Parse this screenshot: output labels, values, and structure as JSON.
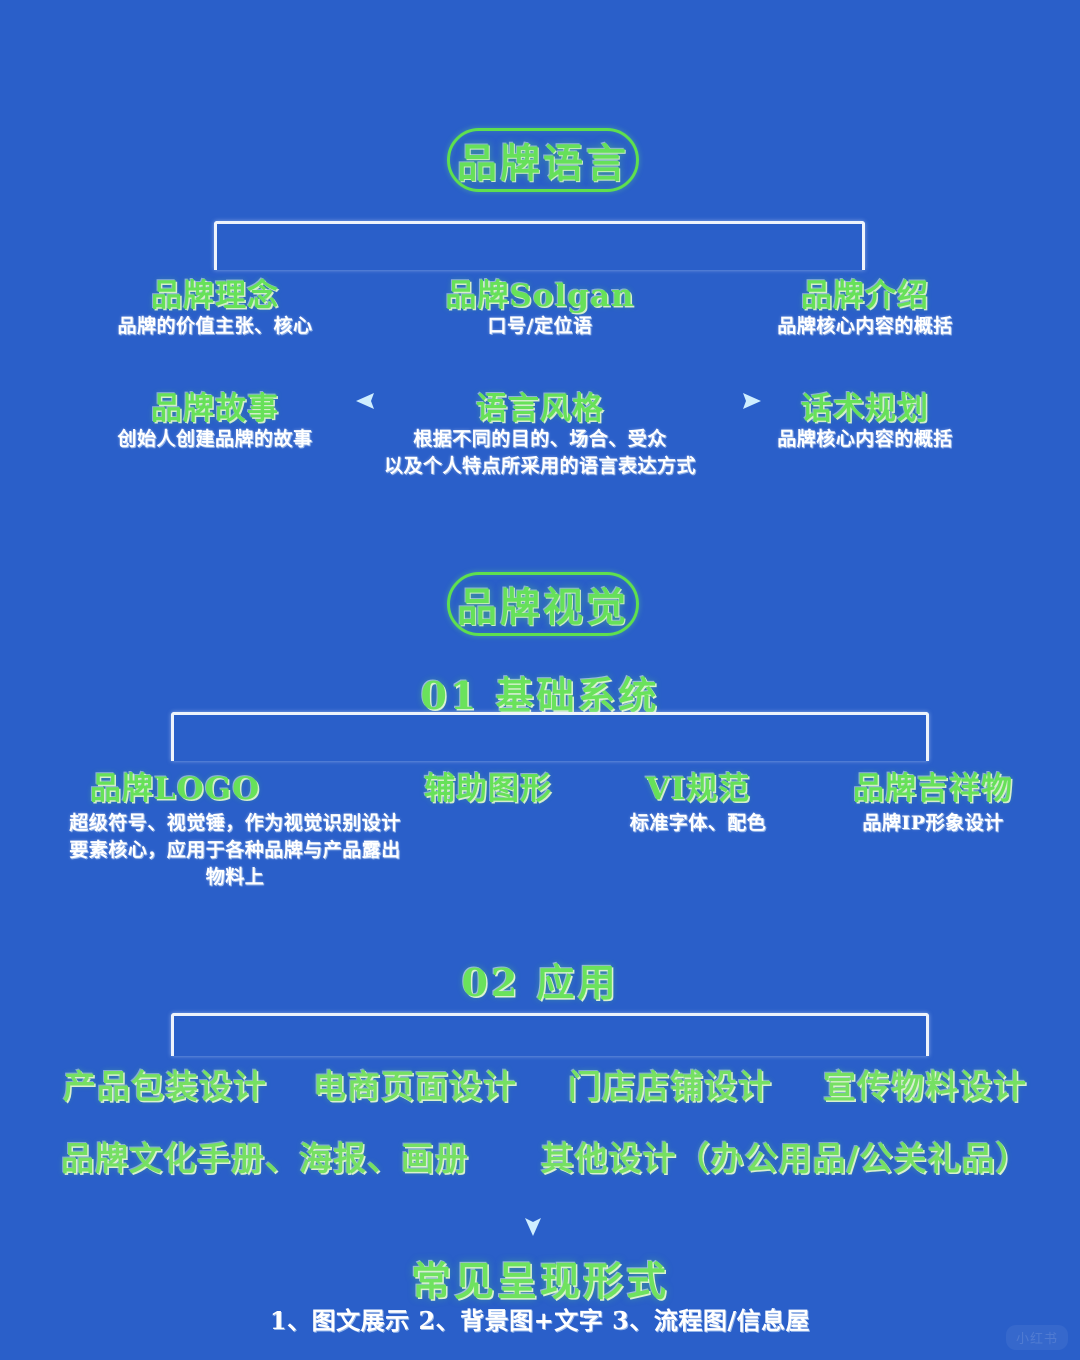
{
  "theme": {
    "background": "#2a5fc9",
    "accent_green": "#67e159",
    "text_white": "#ffffff",
    "connector": "#eef3fb"
  },
  "section_language": {
    "pill_label": "品牌语言",
    "row1": [
      {
        "title": "品牌理念",
        "desc": "品牌的价值主张、核心"
      },
      {
        "title": "品牌Solgan",
        "desc": "口号/定位语"
      },
      {
        "title": "品牌介绍",
        "desc": "品牌核心内容的概括"
      }
    ],
    "row2": [
      {
        "title": "品牌故事",
        "desc": "创始人创建品牌的故事"
      },
      {
        "title": "语言风格",
        "desc": "根据不同的目的、场合、受众\n以及个人特点所采用的语言表达方式"
      },
      {
        "title": "话术规划",
        "desc": "品牌核心内容的概括"
      }
    ],
    "arrow_left": "←",
    "arrow_right": "→"
  },
  "section_visual": {
    "pill_label": "品牌视觉",
    "group01": {
      "heading": "01 基础系统",
      "items": [
        {
          "title": "品牌LOGO",
          "desc": "超级符号、视觉锤，作为视觉识别设计\n要素核心，应用于各种品牌与产品露出\n物料上"
        },
        {
          "title": "辅助图形",
          "desc": ""
        },
        {
          "title": "VI规范",
          "desc": "标准字体、配色"
        },
        {
          "title": "品牌吉祥物",
          "desc": "品牌IP形象设计"
        }
      ]
    },
    "group02": {
      "heading": "02 应用",
      "row1": [
        "产品包装设计",
        "电商页面设计",
        "门店店铺设计",
        "宣传物料设计"
      ],
      "row2": [
        "品牌文化手册、海报、画册",
        "其他设计（办公用品/公关礼品）"
      ]
    }
  },
  "result": {
    "title": "常见呈现形式",
    "subtitle": "1、图文展示 2、背景图+文字 3、流程图/信息屋"
  },
  "watermark": {
    "label": "小红书"
  }
}
